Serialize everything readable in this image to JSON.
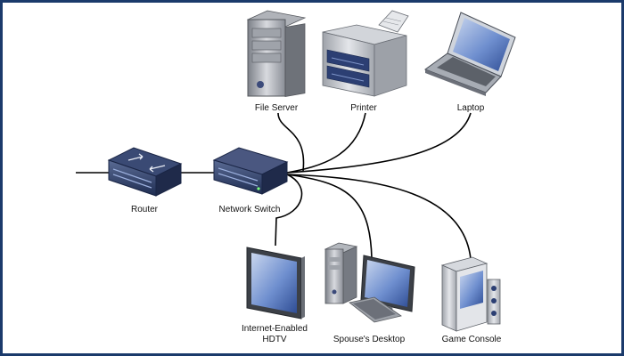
{
  "diagram": {
    "devices": {
      "file_server": {
        "label": "File Server",
        "icon": "server-icon"
      },
      "printer": {
        "label": "Printer",
        "icon": "printer-icon"
      },
      "laptop": {
        "label": "Laptop",
        "icon": "laptop-icon"
      },
      "router": {
        "label": "Router",
        "icon": "router-icon"
      },
      "network_switch": {
        "label": "Network Switch",
        "icon": "network-switch-icon"
      },
      "hdtv": {
        "label_line1": "Internet-Enabled",
        "label_line2": "HDTV",
        "icon": "tv-icon"
      },
      "spouses_desktop": {
        "label": "Spouse's Desktop",
        "icon": "desktop-computer-icon"
      },
      "game_console": {
        "label": "Game Console",
        "icon": "game-console-icon"
      }
    },
    "colors": {
      "frame": "#1b3a6b",
      "cable": "#000000",
      "device_blue": "#2c3f73",
      "screen_blue": "#5b7fc4",
      "device_gray": "#b9bcc2"
    }
  }
}
